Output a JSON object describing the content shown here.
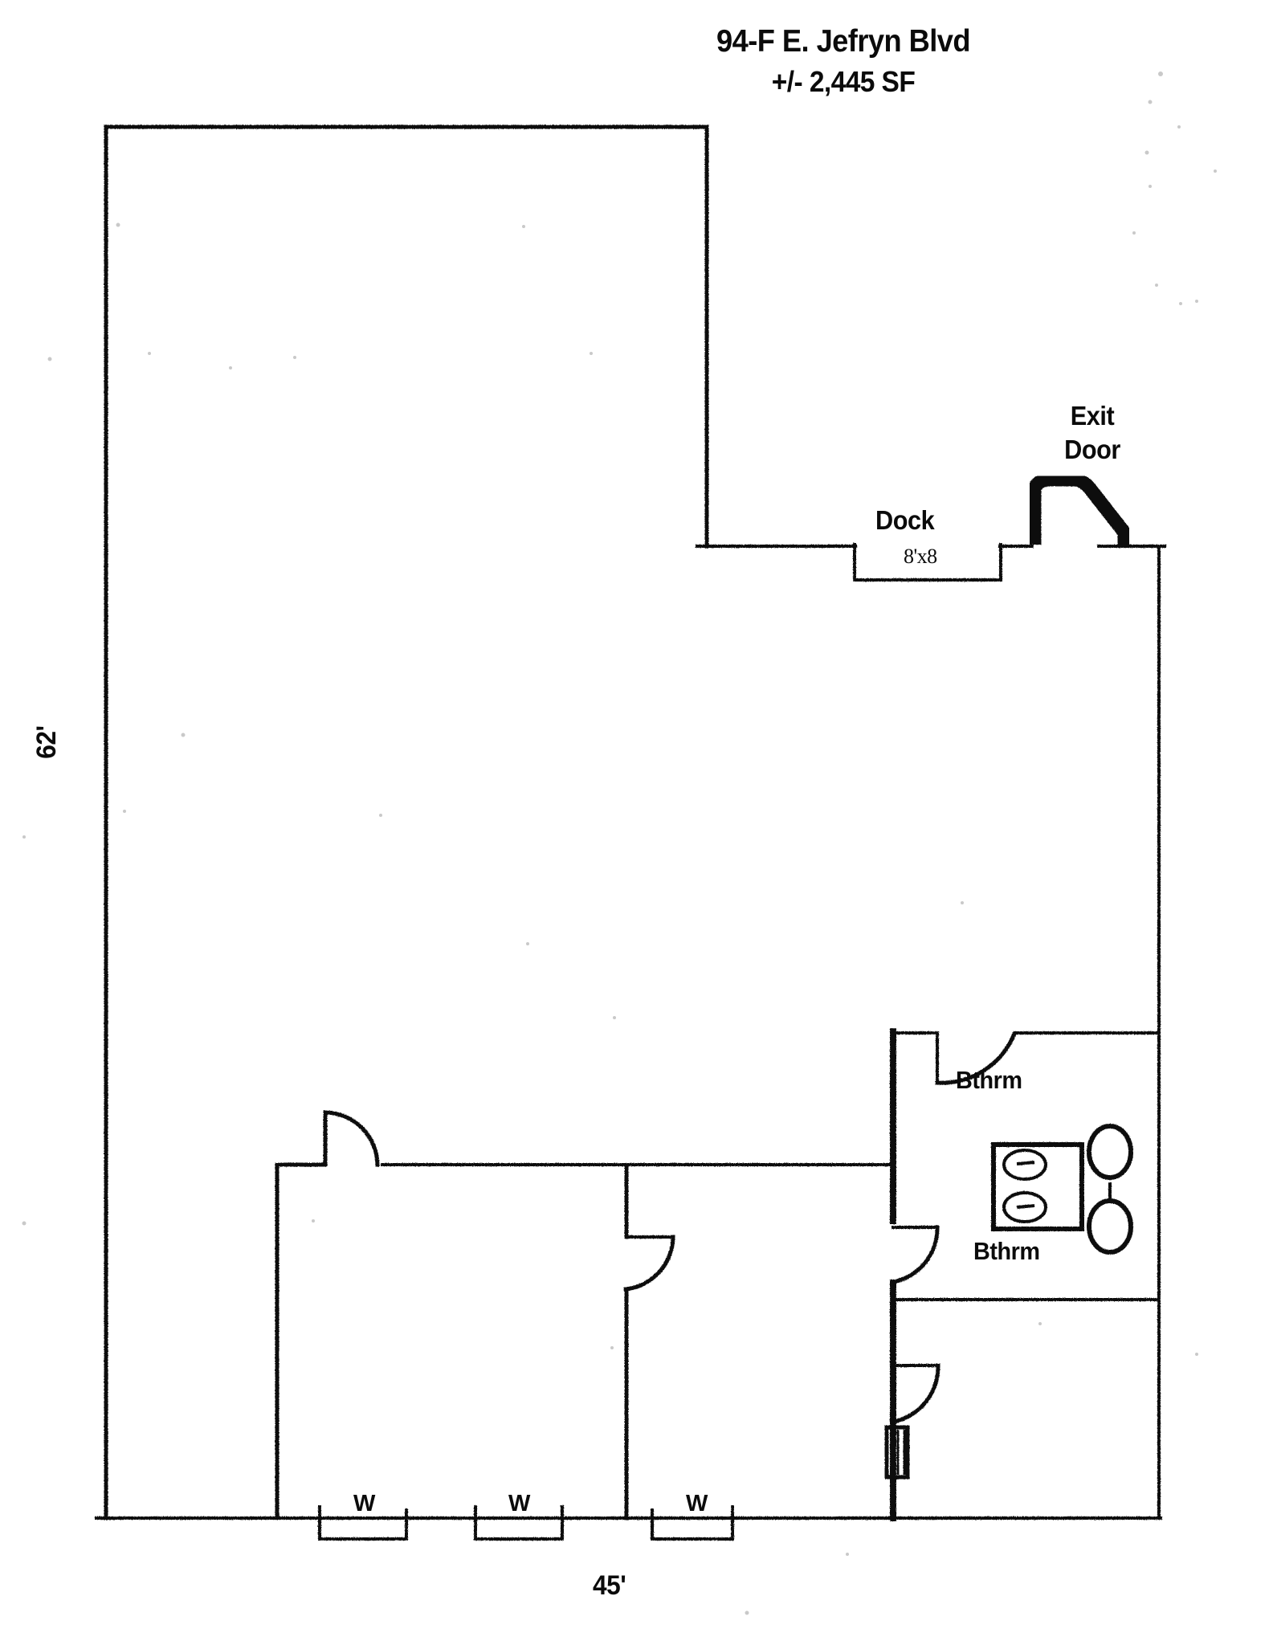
{
  "document": {
    "kind": "floor-plan",
    "title_line1": "94-F E. Jefryn Blvd",
    "title_line2": "+/- 2,445 SF"
  },
  "dimensions": {
    "width_label": "45'",
    "height_label": "62'"
  },
  "features": {
    "dock": {
      "label": "Dock",
      "size_label": "8'x8"
    },
    "exit_door": {
      "label_line1": "Exit",
      "label_line2": "Door"
    },
    "bathrooms": [
      {
        "label": "Bthrm"
      },
      {
        "label": "Bthrm"
      }
    ],
    "windows": [
      {
        "label": "W"
      },
      {
        "label": "W"
      },
      {
        "label": "W"
      }
    ]
  },
  "style": {
    "ink": "#0b0b0b",
    "paper": "#ffffff"
  }
}
